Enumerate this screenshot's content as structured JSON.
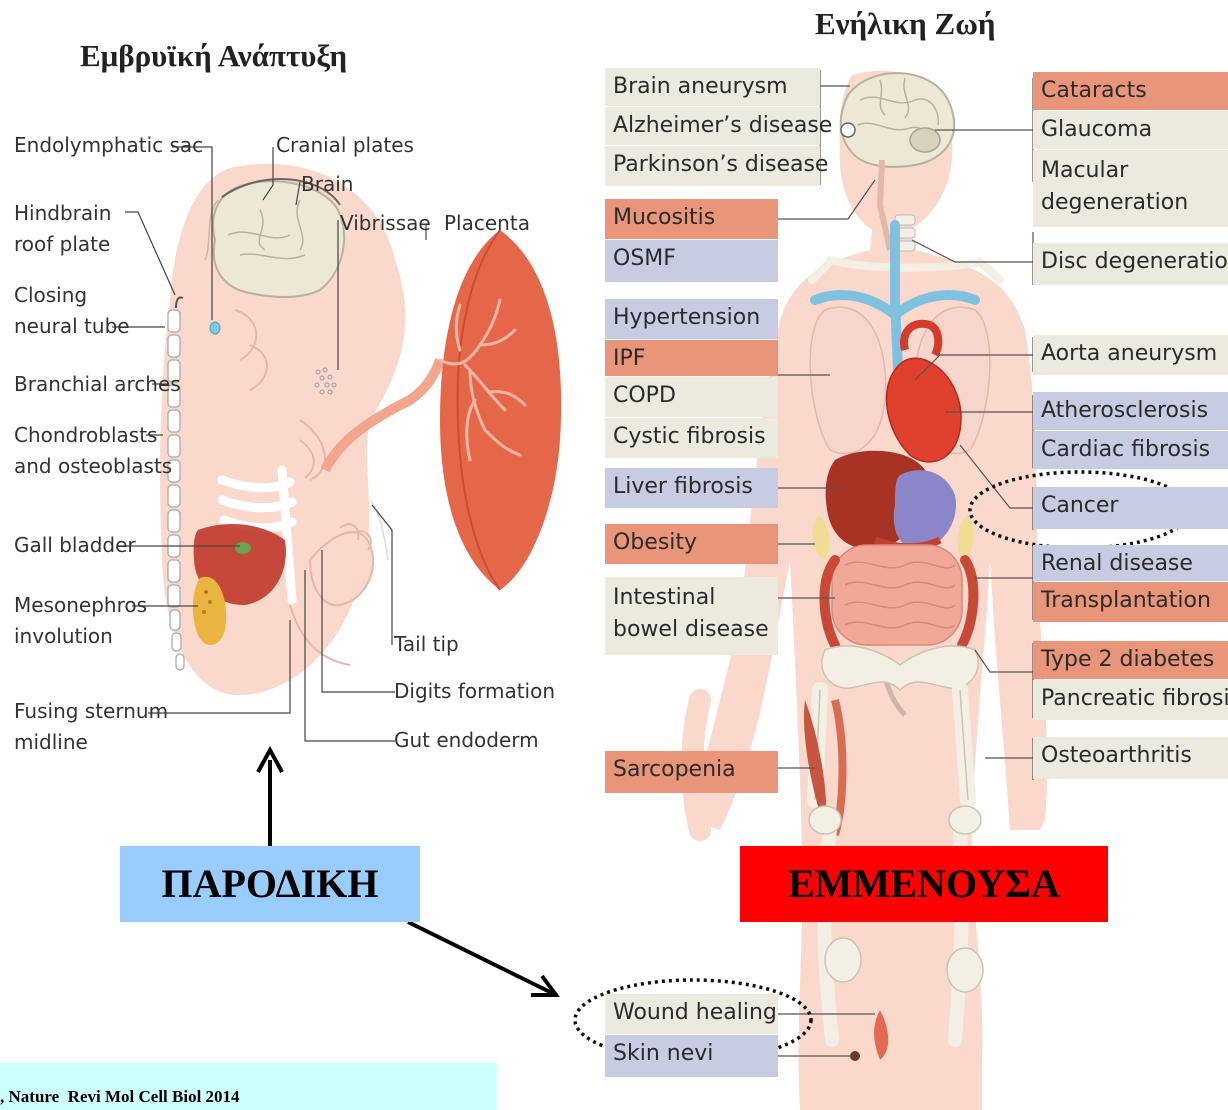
{
  "titles": {
    "left": "Εμβρυϊκή Ανάπτυξη",
    "right": "Ενήλικη Ζωή"
  },
  "embryo_labels": {
    "endolymphatic_sac": "Endolymphatic sac",
    "hindbrain_roof_plate": "Hindbrain\nroof plate",
    "closing_neural_tube": "Closing\nneural tube",
    "branchial_arches": "Branchial arches",
    "chondroblasts": "Chondroblasts\nand osteoblasts",
    "gall_bladder": "Gall bladder",
    "mesonephros": "Mesonephros\ninvolution",
    "fusing_sternum": "Fusing sternum\nmidline",
    "cranial_plates": "Cranial plates",
    "brain": "Brain",
    "vibrissae": "Vibrissae",
    "placenta": "Placenta",
    "tail_tip": "Tail tip",
    "digits_formation": "Digits formation",
    "gut_endoderm": "Gut endoderm"
  },
  "adult_left_boxes": [
    {
      "text": "Brain aneurysm",
      "color": "beige"
    },
    {
      "text": "Alzheimer’s disease",
      "color": "beige"
    },
    {
      "text": "Parkinson’s disease",
      "color": "beige"
    },
    {
      "text": "Mucositis",
      "color": "salmon"
    },
    {
      "text": "OSMF",
      "color": "blue"
    },
    {
      "text": "Hypertension",
      "color": "blue"
    },
    {
      "text": "IPF",
      "color": "salmon"
    },
    {
      "text": "COPD",
      "color": "beige"
    },
    {
      "text": "Cystic fibrosis",
      "color": "beige"
    },
    {
      "text": "Liver fibrosis",
      "color": "blue"
    },
    {
      "text": "Obesity",
      "color": "salmon"
    },
    {
      "text": "Intestinal\nbowel disease",
      "color": "beige"
    },
    {
      "text": "Sarcopenia",
      "color": "salmon"
    },
    {
      "text": "Wound healing",
      "color": "beige"
    },
    {
      "text": "Skin nevi",
      "color": "blue"
    }
  ],
  "adult_right_boxes": [
    {
      "text": "Cataracts",
      "color": "salmon"
    },
    {
      "text": "Glaucoma",
      "color": "beige"
    },
    {
      "text": "Macular\ndegeneration",
      "color": "beige"
    },
    {
      "text": "Disc degeneration",
      "color": "beige"
    },
    {
      "text": "Aorta aneurysm",
      "color": "beige"
    },
    {
      "text": "Atherosclerosis",
      "color": "blue"
    },
    {
      "text": "Cardiac fibrosis",
      "color": "blue"
    },
    {
      "text": "Cancer",
      "color": "blue"
    },
    {
      "text": "Renal disease",
      "color": "blue"
    },
    {
      "text": "Transplantation",
      "color": "salmon"
    },
    {
      "text": "Type 2 diabetes",
      "color": "salmon"
    },
    {
      "text": "Pancreatic fibrosis",
      "color": "beige"
    },
    {
      "text": "Osteoarthritis",
      "color": "beige"
    }
  ],
  "banners": {
    "transient": "ΠΑΡΟΔΙΚΗ",
    "persistent": "ΕΜΜΕΝΟΥΣΑ"
  },
  "citation": ", Nature  Revi Mol Cell Biol 2014",
  "colors": {
    "beige": "#ece9df",
    "salmon": "#e8957a",
    "blue": "#c7cce2",
    "transient_banner": "#99ccff",
    "persistent_banner": "#ff0000",
    "citation_bg": "#ccffff"
  }
}
